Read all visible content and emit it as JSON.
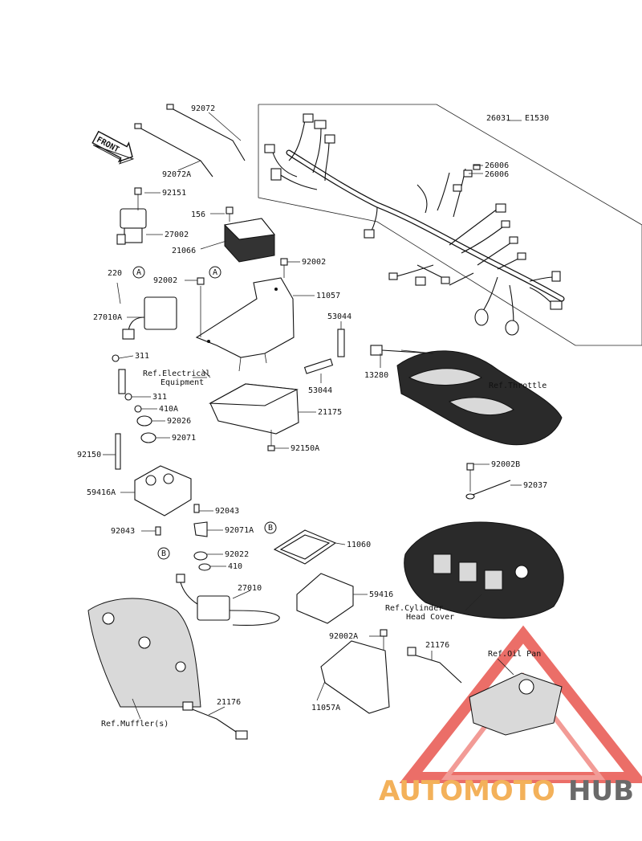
{
  "diagram_code": "E1530",
  "front_marker": "FRONT",
  "circle_markers": {
    "a": "A",
    "b": "B"
  },
  "parts": {
    "p92072": "92072",
    "p92072A": "92072A",
    "p92151": "92151",
    "p27002": "27002",
    "p156": "156",
    "p21066": "21066",
    "p92002_top": "92002",
    "p92002_left": "92002",
    "p11057": "11057",
    "p220": "220",
    "p27010A": "27010A",
    "p311_a": "311",
    "p311_b": "311",
    "p410A": "410A",
    "p92026": "92026",
    "p92071": "92071",
    "p92150": "92150",
    "p59416A": "59416A",
    "p92043_a": "92043",
    "p92043_b": "92043",
    "p92071A": "92071A",
    "p92022": "92022",
    "p410": "410",
    "p27010": "27010",
    "p53044_a": "53044",
    "p53044_b": "53044",
    "p21175": "21175",
    "p92150A": "92150A",
    "p13280": "13280",
    "p26031": "26031",
    "p26006_a": "26006",
    "p26006_b": "26006",
    "p92002B": "92002B",
    "p92037": "92037",
    "p11060": "11060",
    "p59416": "59416",
    "p92002A": "92002A",
    "p11057A": "11057A",
    "p21176_a": "21176",
    "p21176_b": "21176"
  },
  "refs": {
    "electrical_line1": "Ref.Electrical",
    "electrical_line2": "Equipment",
    "throttle": "Ref.Throttle",
    "cylinder_line1": "Ref.Cylinder",
    "cylinder_line2": "Head Cover",
    "muffler": "Ref.Muffler(s)",
    "oil_pan": "Ref.Oil Pan"
  },
  "watermark": {
    "part1": "AUTOMOTO",
    "part2": "HUB",
    "color1": "#f3b15a",
    "color2": "#6a6a6a",
    "triangle_color": "#e8554e"
  }
}
